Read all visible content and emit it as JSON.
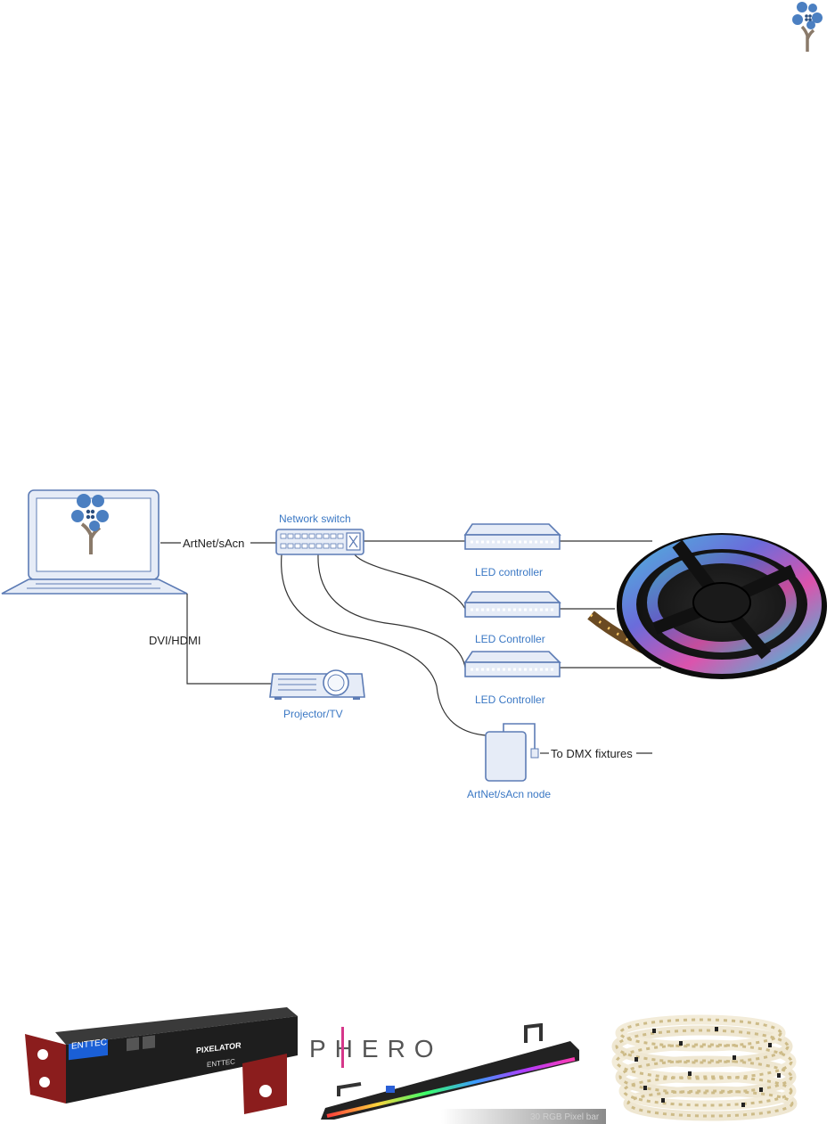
{
  "diagram": {
    "labels": {
      "network_switch": "Network switch",
      "artnet_link": "ArtNet/sAcn",
      "dvi_link": "DVI/HDMI",
      "projector": "Projector/TV",
      "led_controller_1": "LED controller",
      "led_controller_2": "LED Controller",
      "led_controller_3": "LED Controller",
      "artnet_node": "ArtNet/sAcn node",
      "dmx_output": "To DMX fixtures"
    }
  },
  "photos": {
    "enttec_brand": "ENTTEC",
    "pixelator_brand": "PIXELATOR",
    "phero_brand": "PHERO",
    "pixel_bar_caption": "30 RGB Pixel bar"
  },
  "colors": {
    "logo_blue": "#4b7fc1",
    "logo_trunk": "#8a7a6a",
    "label_blue": "#3b78c4",
    "device_fill": "#e6ecf7",
    "device_stroke": "#5d7cb5"
  }
}
